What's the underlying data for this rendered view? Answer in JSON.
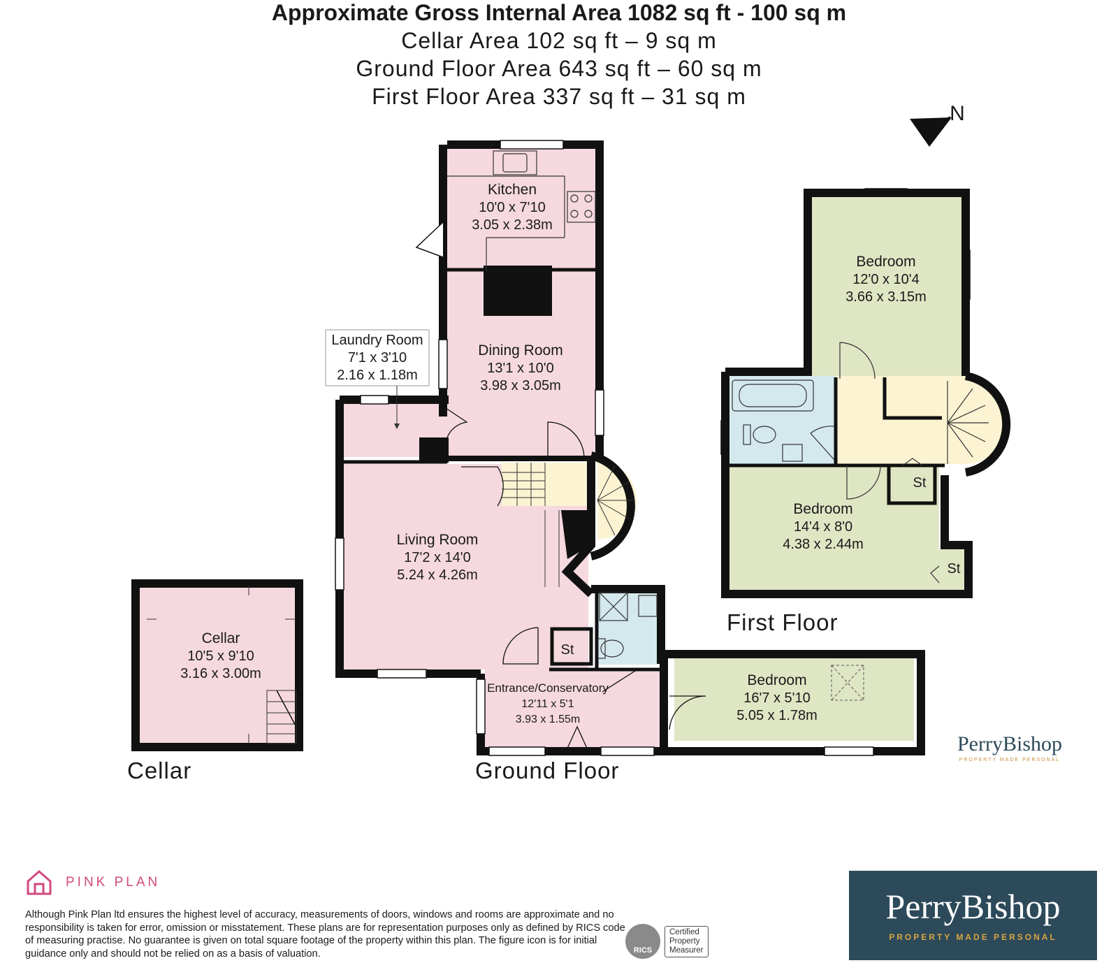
{
  "header": {
    "title": "Approximate Gross Internal Area 1082 sq ft - 100 sq m",
    "cellar_area": "Cellar Area 102 sq ft – 9 sq m",
    "ground_area": "Ground Floor Area 643 sq ft – 60 sq m",
    "first_area": "First Floor Area 337 sq ft – 31 sq m"
  },
  "compass": {
    "label": "N"
  },
  "colors": {
    "pink": "#f5d9df",
    "green": "#dfe6c4",
    "blue": "#d4e9ee",
    "yellow": "#fbf3d2",
    "wall": "#111111"
  },
  "floors": {
    "cellar": "Cellar",
    "ground": "Ground Floor",
    "first": "First Floor"
  },
  "rooms": {
    "kitchen": {
      "name": "Kitchen",
      "imperial": "10'0 x 7'10",
      "metric": "3.05 x 2.38m"
    },
    "dining": {
      "name": "Dining Room",
      "imperial": "13'1 x 10'0",
      "metric": "3.98 x 3.05m"
    },
    "laundry": {
      "name": "Laundry Room",
      "imperial": "7'1 x 3'10",
      "metric": "2.16 x 1.18m"
    },
    "living": {
      "name": "Living Room",
      "imperial": "17'2 x 14'0",
      "metric": "5.24 x 4.26m"
    },
    "cellar": {
      "name": "Cellar",
      "imperial": "10'5 x 9'10",
      "metric": "3.16 x 3.00m"
    },
    "entrance": {
      "name": "Entrance/Conservatory",
      "imperial": "12'11 x 5'1",
      "metric": "3.93 x 1.55m"
    },
    "ground_bedroom": {
      "name": "Bedroom",
      "imperial": "16'7 x 5'10",
      "metric": "5.05 x 1.78m"
    },
    "bedroom1": {
      "name": "Bedroom",
      "imperial": "12'0 x 10'4",
      "metric": "3.66 x 3.15m"
    },
    "bedroom2": {
      "name": "Bedroom",
      "imperial": "14'4 x 8'0",
      "metric": "4.38 x 2.44m"
    },
    "store": "St"
  },
  "footer": {
    "pinkplan": "PINK PLAN",
    "disclaimer": "Although Pink Plan ltd ensures the highest level of accuracy, measurements of doors, windows and rooms are approximate and no responsibility is taken for error, omission or misstatement. These plans are for representation purposes only as defined by RICS code of measuring practise. No guarantee is given on total square footage of the property within this plan. The figure icon is for initial guidance only and should not be relied on as a basis of valuation.",
    "rics": {
      "mark": "RICS",
      "line1": "Certified",
      "line2": "Property",
      "line3": "Measurer"
    },
    "brand": {
      "name": "PerryBishop",
      "tagline": "PROPERTY MADE PERSONAL"
    }
  }
}
